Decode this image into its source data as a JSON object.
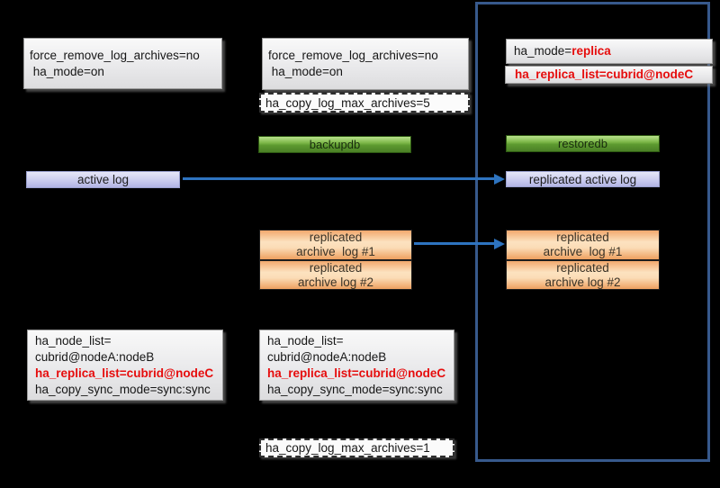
{
  "colors": {
    "background": "#000000",
    "panel_border": "#37598c",
    "arrow": "#2e74c0",
    "highlight_red": "#e60d0d"
  },
  "left": {
    "config_top_lines": [
      "force_remove_log_archives=no",
      " ha_mode=on"
    ],
    "active_log_label": "active log",
    "config_bottom_lines": [
      "ha_node_list=",
      "cubrid@nodeA:nodeB",
      "ha_replica_list=cubrid@nodeC",
      "ha_copy_sync_mode=sync:sync"
    ]
  },
  "middle": {
    "config_top_lines": [
      "force_remove_log_archives=no",
      " ha_mode=on"
    ],
    "copy_log_max_archives_top": "ha_copy_log_max_archives=5",
    "backupdb_label": "backupdb",
    "archive_log_1_lines": [
      "replicated",
      "archive  log #1"
    ],
    "archive_log_2_lines": [
      "replicated",
      "archive log #2"
    ],
    "config_bottom_lines": [
      "ha_node_list=",
      "cubrid@nodeA:nodeB",
      "ha_replica_list=cubrid@nodeC",
      "ha_copy_sync_mode=sync:sync"
    ],
    "copy_log_max_archives_bottom": "ha_copy_log_max_archives=1"
  },
  "right": {
    "ha_mode_prefix": "ha_mode=",
    "ha_mode_value": "replica",
    "ha_replica_list": "ha_replica_list=cubrid@nodeC",
    "restoredb_label": "restoredb",
    "replicated_active_log_label": "replicated active log",
    "archive_log_1_lines": [
      "replicated",
      "archive  log #1"
    ],
    "archive_log_2_lines": [
      "replicated",
      "archive log #2"
    ]
  }
}
